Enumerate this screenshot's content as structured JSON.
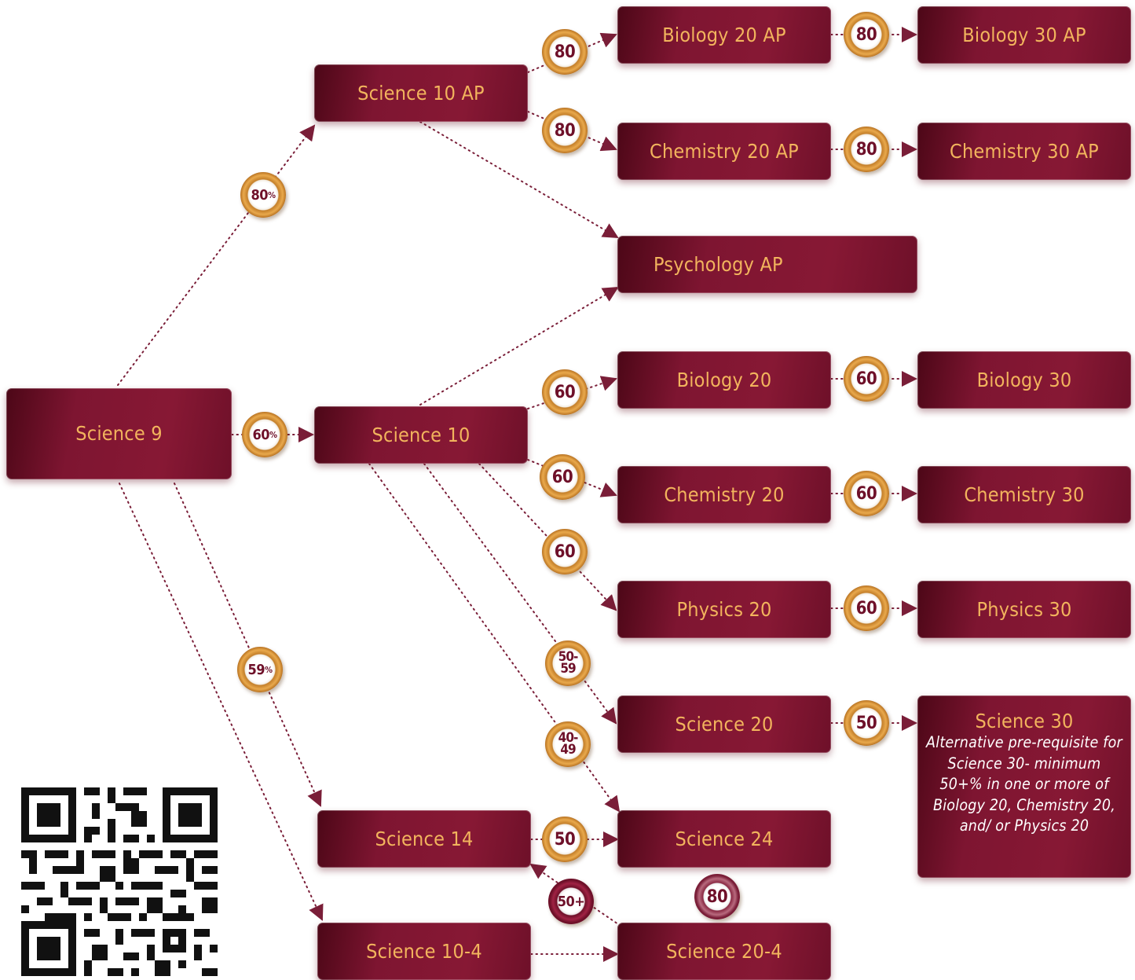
{
  "courses": {
    "science_9": "Science 9",
    "science_10_ap": "Science 10 AP",
    "science_10": "Science 10",
    "science_14": "Science 14",
    "science_10_4": "Science 10-4",
    "biology_20_ap": "Biology 20 AP",
    "chemistry_20_ap": "Chemistry 20 AP",
    "psychology_ap": "Psychology AP",
    "biology_20": "Biology 20",
    "chemistry_20": "Chemistry 20",
    "physics_20": "Physics 20",
    "science_20": "Science 20",
    "science_24": "Science 24",
    "science_20_4": "Science 20-4",
    "biology_30_ap": "Biology 30 AP",
    "chemistry_30_ap": "Chemistry 30 AP",
    "biology_30": "Biology 30",
    "chemistry_30": "Chemistry 30",
    "physics_30": "Physics 30",
    "science_30": "Science 30",
    "science_30_note": "Alternative pre-requisite for Science 30- minimum 50+% in one or more of Biology 20, Chemistry 20, and/ or Physics 20"
  },
  "badges": {
    "s9_to_s10ap": "80",
    "s9_to_s10": "60",
    "s9_to_s14": "59",
    "percent_sign": "%",
    "to_bio20ap": "80",
    "to_chem20ap": "80",
    "to_bio30ap": "80",
    "to_chem30ap": "80",
    "to_bio20": "60",
    "to_chem20": "60",
    "to_phys20": "60",
    "to_bio30": "60",
    "to_chem30": "60",
    "to_phys30": "60",
    "to_sci20_top": "50-",
    "to_sci20_bottom": "59",
    "to_sci24_from10_top": "40-",
    "to_sci24_from10_bottom": "49",
    "sci14_to_sci24": "50",
    "sci20_to_sci30": "50",
    "sci204_to_sci14": "50+",
    "sci204_to_sci24": "80"
  },
  "colors": {
    "box_maroon": "#7e1531",
    "box_text_gold": "#f2b45d",
    "badge_gold": "#e9a94c",
    "badge_text": "#6e1029",
    "connector": "#7a1e38"
  },
  "icons": {
    "qr": "qr-code"
  }
}
